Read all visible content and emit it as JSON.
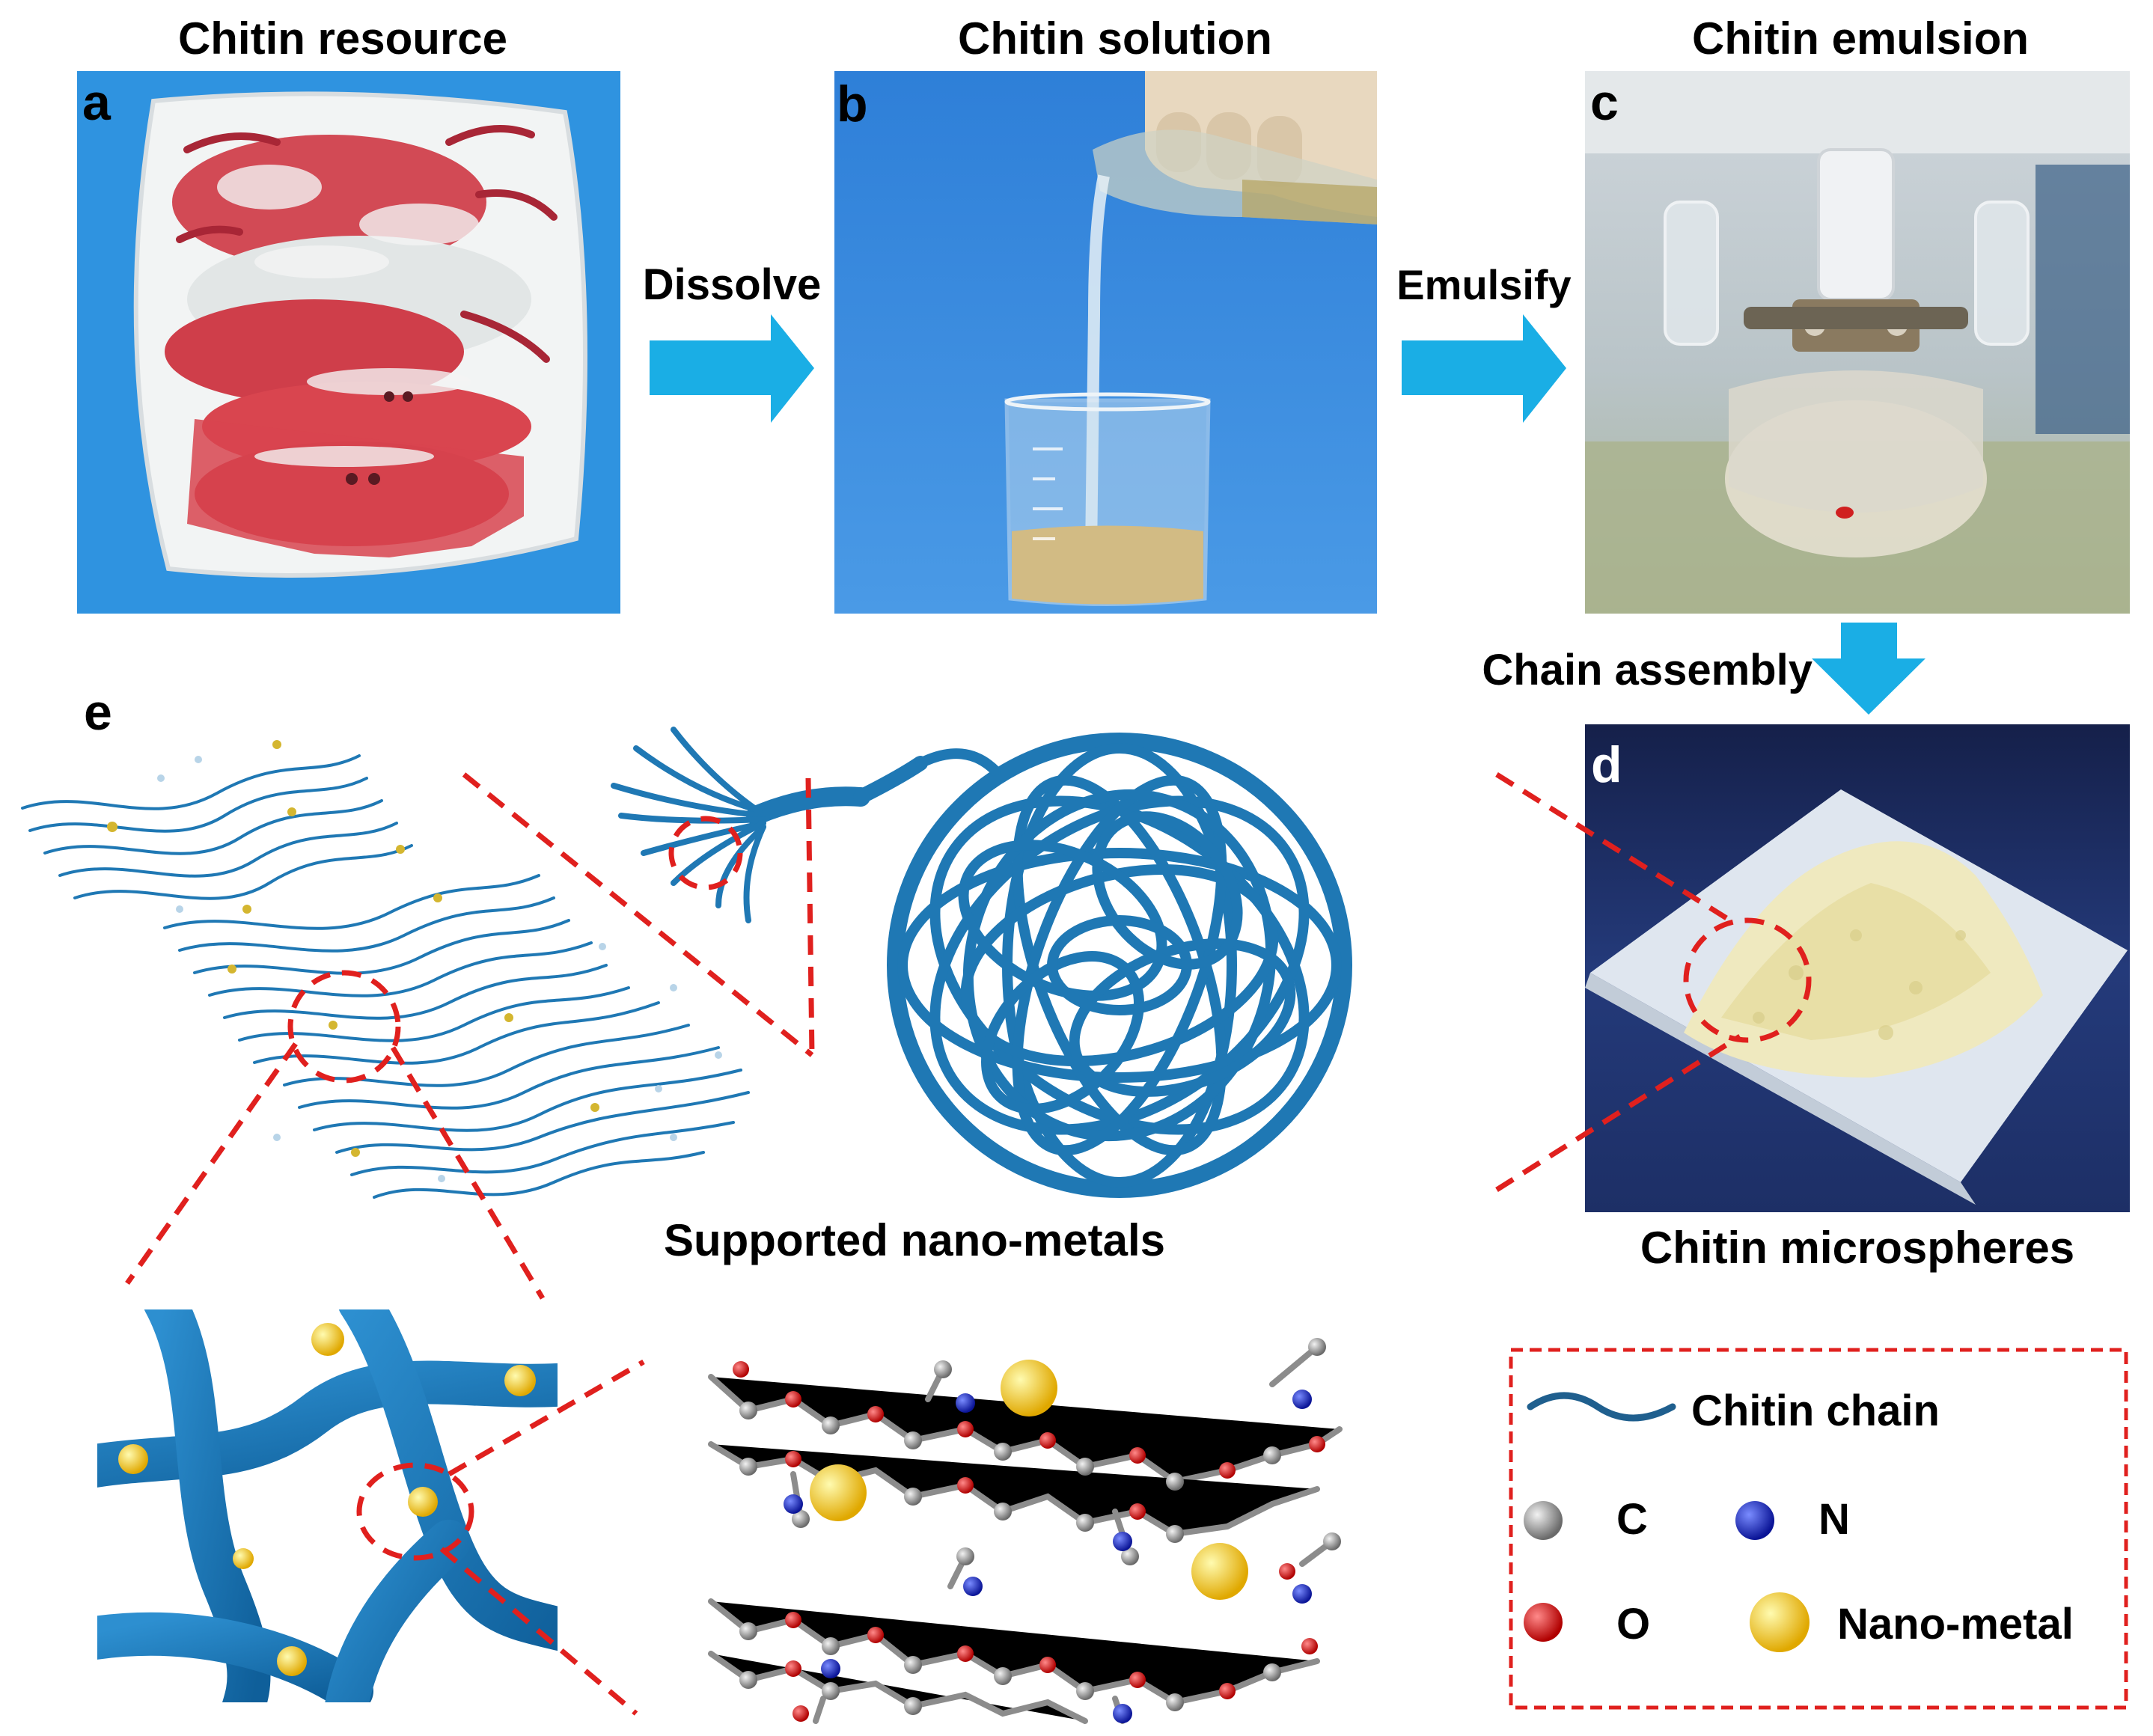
{
  "panels": {
    "a": {
      "letter": "a",
      "title": "Chitin resource"
    },
    "b": {
      "letter": "b",
      "title": "Chitin solution"
    },
    "c": {
      "letter": "c",
      "title": "Chitin emulsion"
    },
    "d": {
      "letter": "d",
      "title": "Chitin microspheres"
    },
    "e": {
      "letter": "e",
      "title": "Supported nano-metals"
    }
  },
  "steps": {
    "dissolve": "Dissolve",
    "emulsify": "Emulsify",
    "chain_assembly": "Chain assembly"
  },
  "legend": {
    "chain": "Chitin chain",
    "c": "C",
    "n": "N",
    "o": "O",
    "metal": "Nano-metal"
  },
  "colors": {
    "arrow": "#1aaee5",
    "chain": "#1f78b4",
    "callout": "#e0201e",
    "carbon": "#8c8c8c",
    "nitrogen": "#1428c8",
    "oxygen": "#e01414",
    "metal": "#f0d21e",
    "photo_bg": "#2f93e0"
  }
}
